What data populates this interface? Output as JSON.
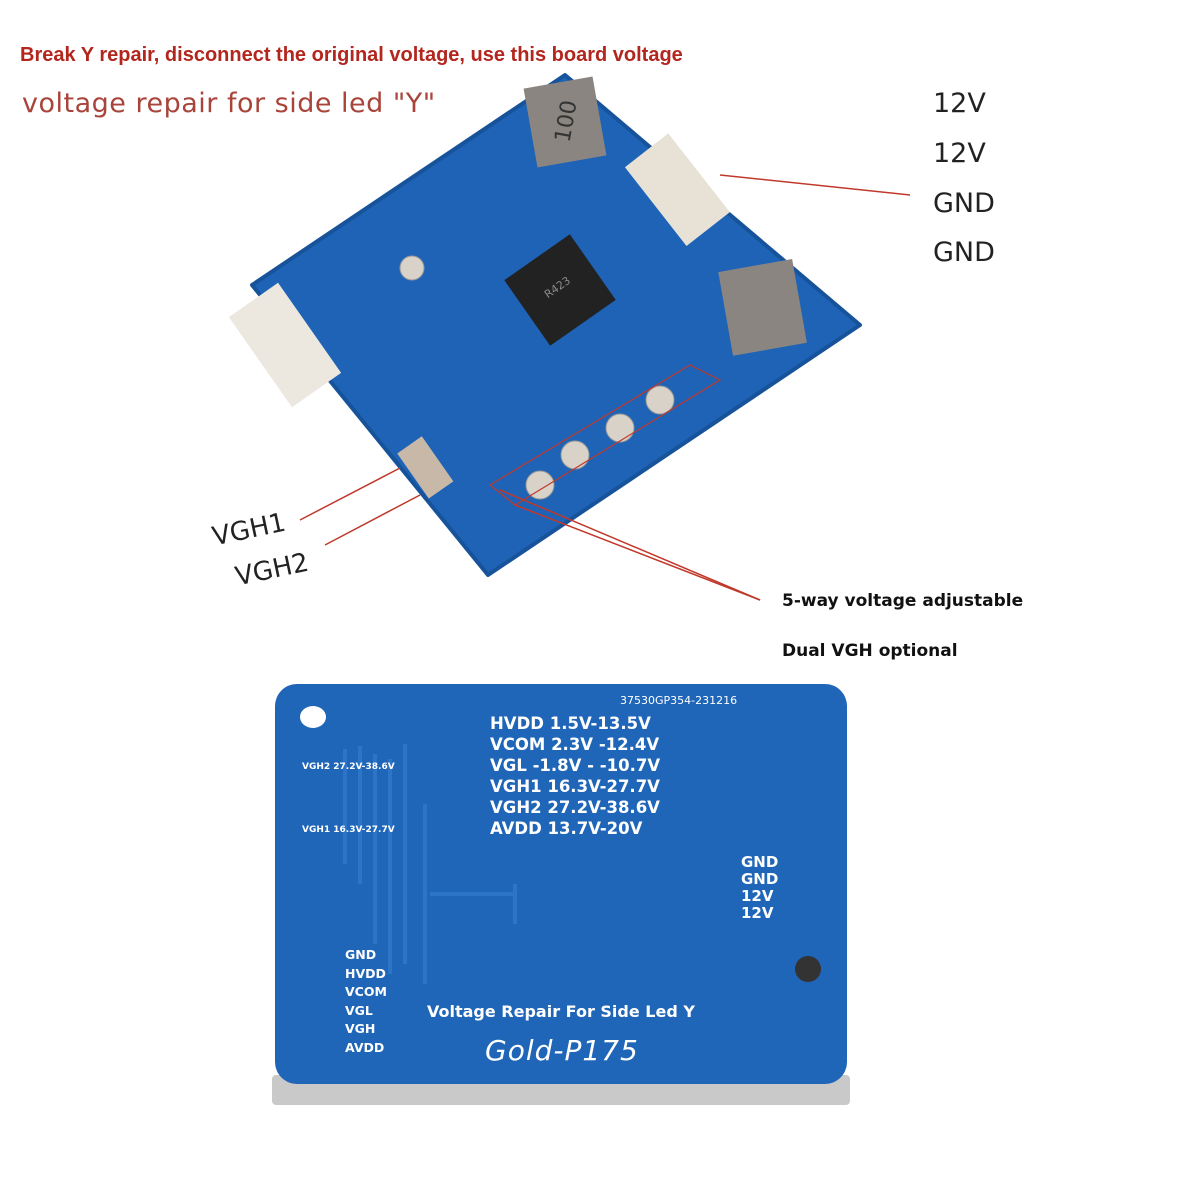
{
  "captions": {
    "line1": "Break Y repair, disconnect the original voltage, use this board voltage",
    "line2": "voltage repair for side led \"Y\""
  },
  "connector_pins": [
    "12V",
    "12V",
    "GND",
    "GND"
  ],
  "vgh_labels": [
    "VGH1",
    "VGH2"
  ],
  "notes": {
    "adjustable": "5-way voltage adjustable",
    "dual": "Dual VGH optional"
  },
  "top_board": {
    "inductor": "100",
    "chip": "R423"
  },
  "back_board": {
    "serial": "37530GP354-231216",
    "specs": [
      "HVDD 1.5V-13.5V",
      "VCOM  2.3V -12.4V",
      "VGL -1.8V -  -10.7V",
      "VGH1 16.3V-27.7V",
      "VGH2 27.2V-38.6V",
      "AVDD 13.7V-20V"
    ],
    "side_vgh2": "VGH2  27.2V-38.6V",
    "side_vgh1": "VGH1  16.3V-27.7V",
    "right_pins": [
      "GND",
      "GND",
      "12V",
      "12V"
    ],
    "left_pins": [
      "GND",
      "HVDD",
      "VCOM",
      "VGL",
      "VGH",
      "AVDD"
    ],
    "title": "Voltage Repair For Side Led Y",
    "model": "Gold-P175"
  },
  "colors": {
    "board": "#1f66b8",
    "annotation": "#b3261e"
  }
}
